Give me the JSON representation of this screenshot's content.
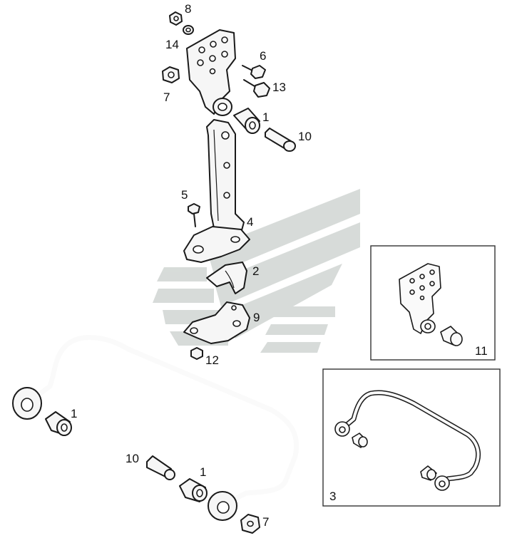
{
  "callouts": {
    "c8": "8",
    "c14": "14",
    "c7a": "7",
    "c6": "6",
    "c13": "13",
    "c1a": "1",
    "c10a": "10",
    "c5": "5",
    "c4": "4",
    "c2": "2",
    "c9": "9",
    "c12": "12",
    "c1b": "1",
    "c10b": "10",
    "c1c": "1",
    "c7b": "7",
    "c11": "11",
    "c3": "3"
  },
  "colors": {
    "watermark": "#d3d8d5",
    "ink": "#1a1a1a"
  }
}
